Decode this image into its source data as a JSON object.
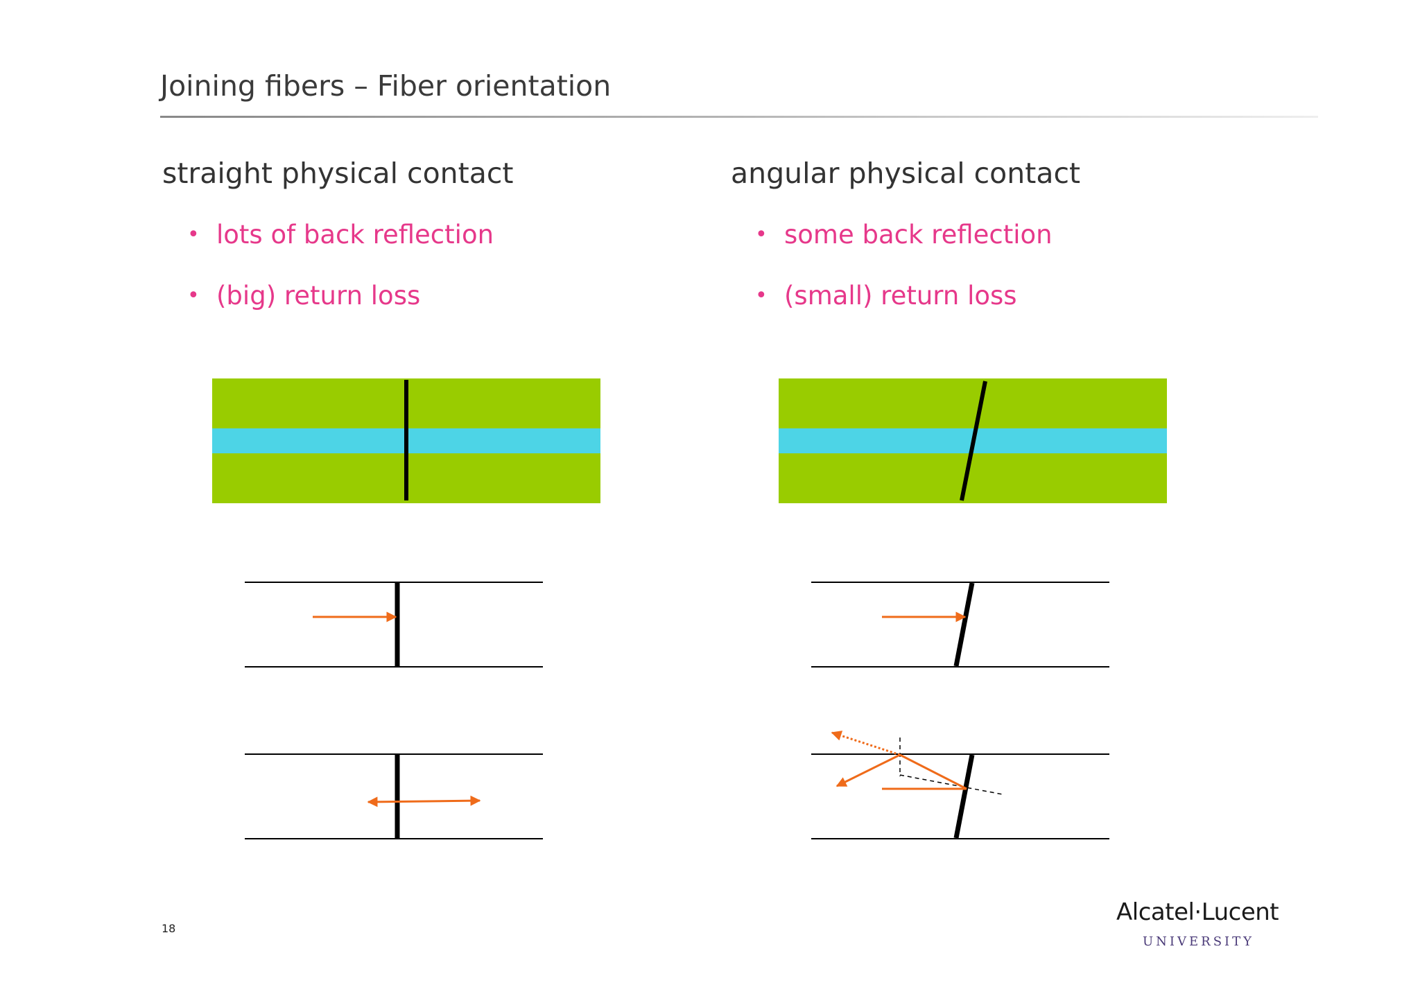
{
  "slide": {
    "title": "Joining fibers – Fiber orientation",
    "page_number": "18"
  },
  "left": {
    "heading": "straight physical contact",
    "bullets": [
      "lots of back reflection",
      "(big) return loss"
    ]
  },
  "right": {
    "heading": "angular physical contact",
    "bullets": [
      "some back reflection",
      "(small) return loss"
    ]
  },
  "logo": {
    "name": "Alcatel·Lucent",
    "subtitle": "UNIVERSITY"
  },
  "colors": {
    "cladding": "#99cc00",
    "core": "#4dd4e6",
    "arrow": "#ef6b1a",
    "bullet_text": "#e6388a"
  }
}
